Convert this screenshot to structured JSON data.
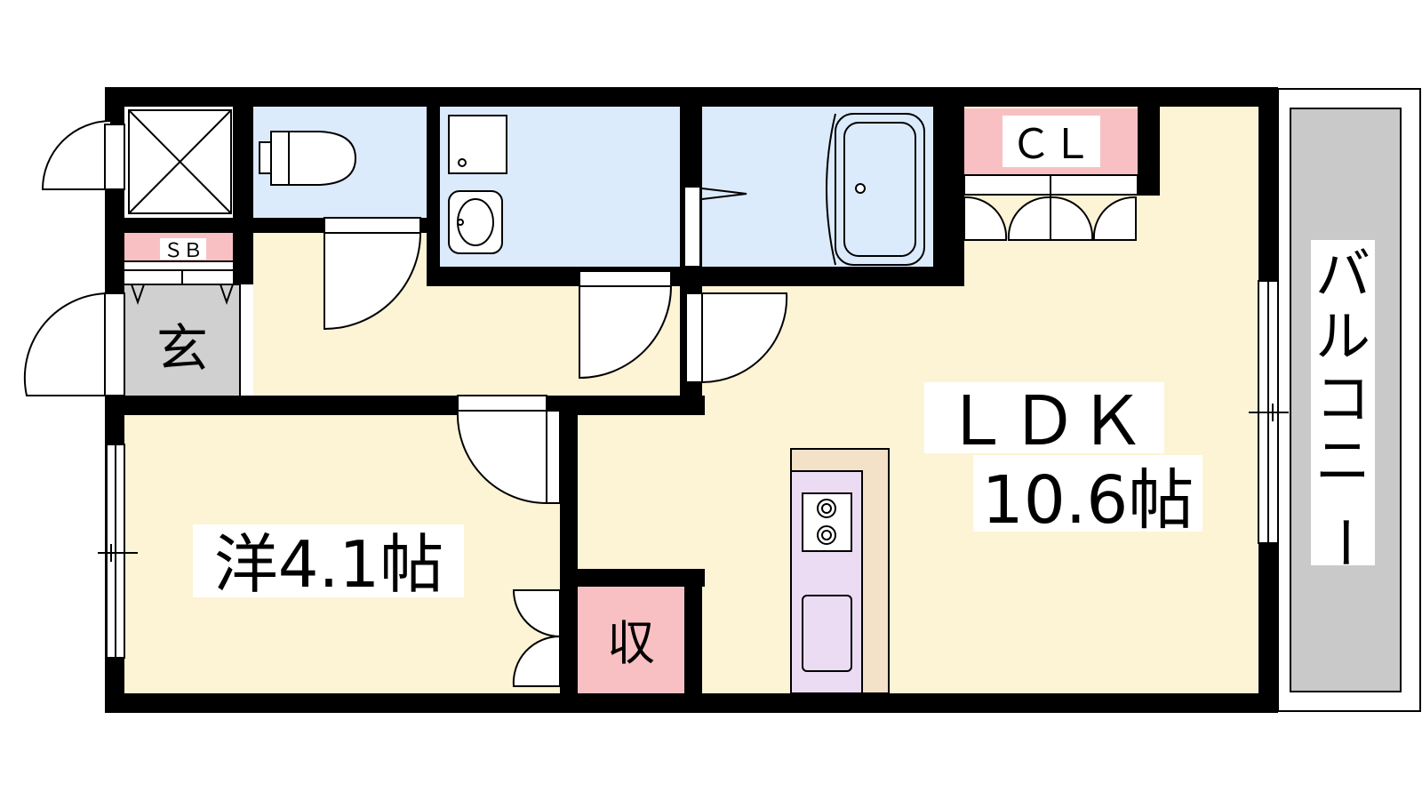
{
  "rooms": {
    "cl": "ＣＬ",
    "sb": "ＳＢ",
    "entrance": "玄",
    "ldk_name": "ＬＤＫ",
    "ldk_size": "10.6帖",
    "western_room": "洋4.1帖",
    "storage": "収",
    "balcony": [
      "バ",
      "ル",
      "コ",
      "ニ",
      "ー"
    ]
  },
  "colors": {
    "wall": "#000000",
    "floor": "#fdf3d5",
    "wet_area": "#dcebfb",
    "storage": "#f9c0c3",
    "entrance": "#d0d0d0",
    "balcony": "#c9c9c9",
    "kitchen": "#ecdcf3",
    "counter": "#f3e2c8"
  }
}
